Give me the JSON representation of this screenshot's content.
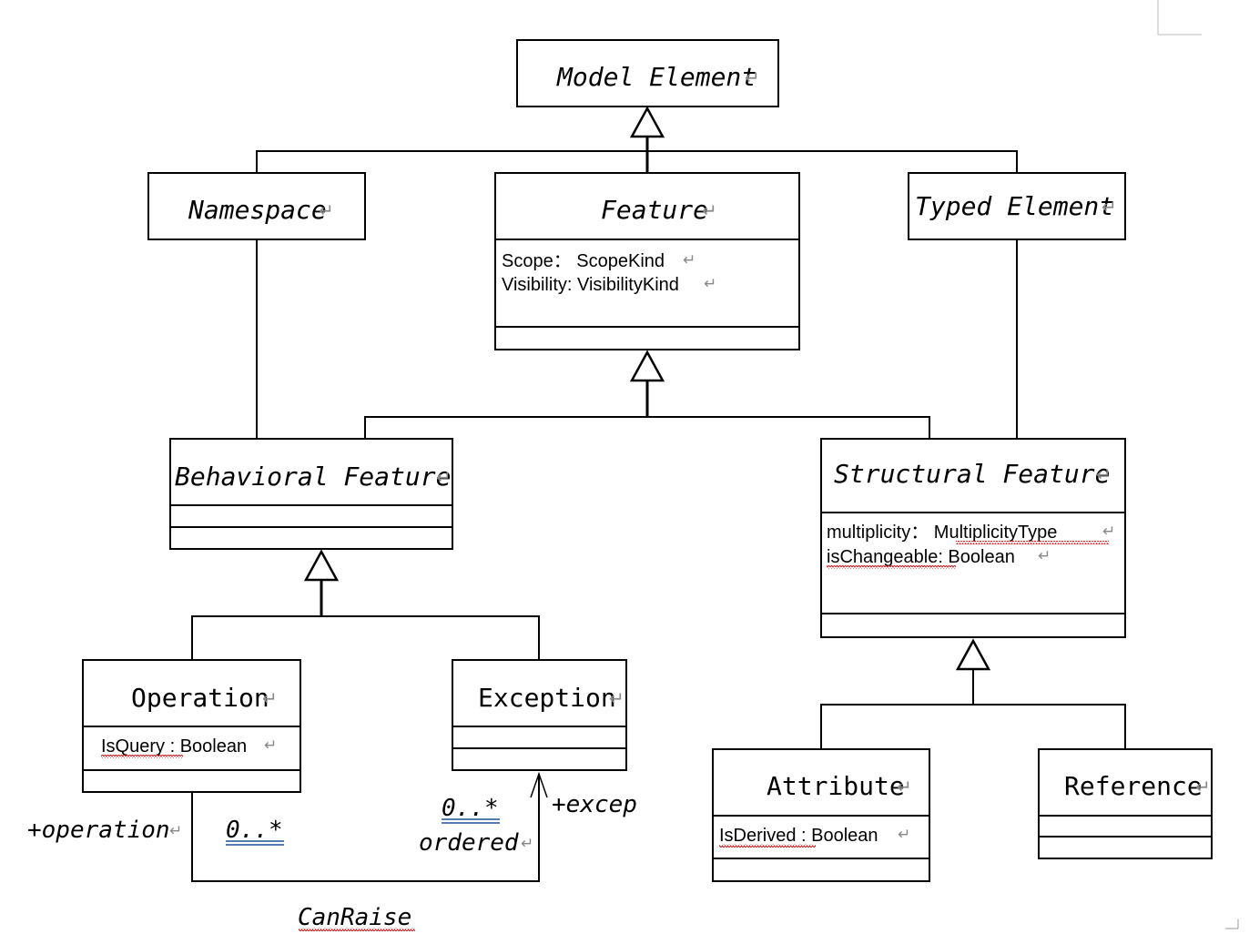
{
  "classes": {
    "model_element": {
      "name": "Model Element"
    },
    "namespace": {
      "name": "Namespace"
    },
    "feature": {
      "name": "Feature",
      "attr1": "Scope： ScopeKind",
      "attr2": "Visibility: VisibilityKind"
    },
    "typed_element": {
      "name": "Typed Element"
    },
    "behavioral_feature": {
      "name": "Behavioral Feature"
    },
    "structural_feature": {
      "name": "Structural Feature",
      "attr1": "multiplicity： MultiplicityType",
      "attr2": "isChangeable: Boolean"
    },
    "operation": {
      "name": "Operation",
      "attr1": "IsQuery : Boolean"
    },
    "exception": {
      "name": "Exception"
    },
    "attribute": {
      "name": "Attribute",
      "attr1": "IsDerived : Boolean"
    },
    "reference": {
      "name": "Reference"
    }
  },
  "association": {
    "name": "CanRaise",
    "operation_role": "+operation",
    "operation_multiplicity": "0..*",
    "exception_role": "+excep",
    "exception_multiplicity": "0..*",
    "exception_constraint": "ordered"
  },
  "colors": {
    "line": "#000000",
    "mark": "#888888",
    "underline_blue": "#1f4e9e",
    "spell_red": "#d01818"
  }
}
